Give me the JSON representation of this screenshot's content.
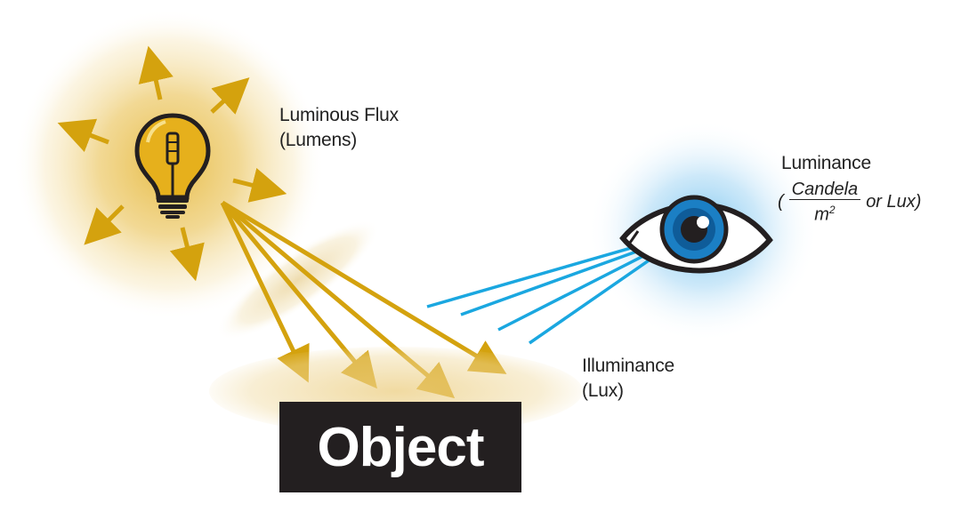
{
  "labels": {
    "luminous_flux": "Luminous Flux",
    "luminous_flux_unit": "(Lumens)",
    "illuminance": "Illuminance",
    "illuminance_unit": "(Lux)",
    "luminance": "Luminance",
    "luminance_open": "(",
    "luminance_numerator": "Candela",
    "luminance_denominator": "m",
    "luminance_exponent": "2",
    "luminance_tail": "or Lux)"
  },
  "object_label": "Object",
  "colors": {
    "light_ray": "#d4a20e",
    "view_ray": "#1aa7e0",
    "bulb_glow": "#e8c35a",
    "eye_glow": "#7cc4ee",
    "object_box": "#231f20",
    "iris": "#1b7fc4"
  },
  "icons": {
    "light_source": "light-bulb-icon",
    "viewer": "eye-icon"
  }
}
